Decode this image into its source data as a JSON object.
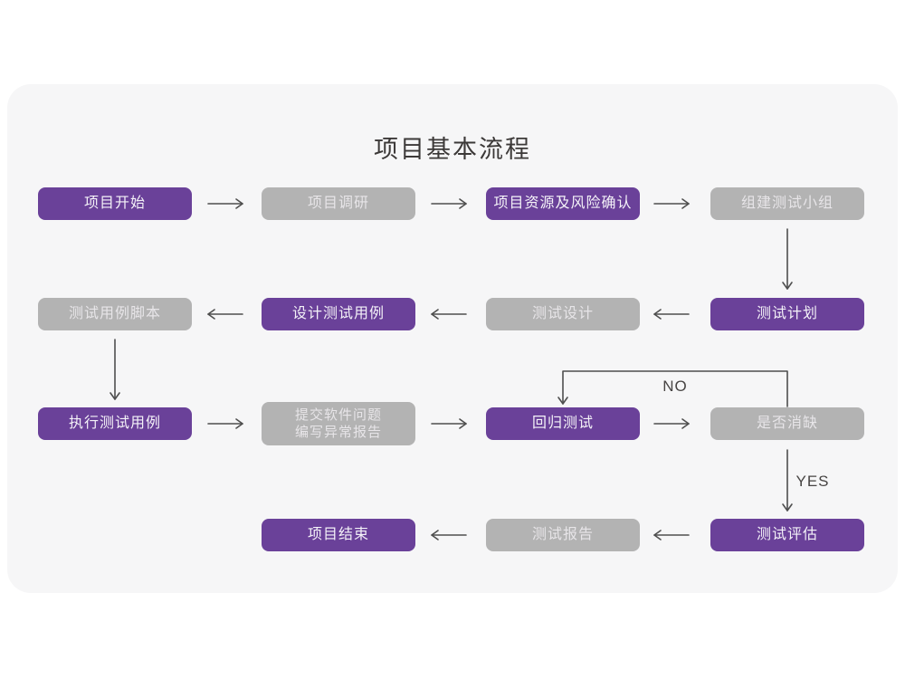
{
  "page": {
    "title": "项目基本流程"
  },
  "colors": {
    "node_primary": "#6a4199",
    "node_secondary": "#b3b3b3",
    "arrow": "#4f4f4f",
    "card_background": "#f6f6f7",
    "page_background": "#ffffff",
    "title_text": "#3c3938"
  },
  "flowchart": {
    "nodes": [
      {
        "id": "project-start",
        "label": "项目开始",
        "variant": "purple"
      },
      {
        "id": "project-research",
        "label": "项目调研",
        "variant": "gray"
      },
      {
        "id": "resources-risk-confirm",
        "label": "项目资源及风险确认",
        "variant": "purple"
      },
      {
        "id": "build-test-team",
        "label": "组建测试小组",
        "variant": "gray"
      },
      {
        "id": "test-case-script",
        "label": "测试用例脚本",
        "variant": "gray"
      },
      {
        "id": "design-test-case",
        "label": "设计测试用例",
        "variant": "purple"
      },
      {
        "id": "test-design",
        "label": "测试设计",
        "variant": "gray"
      },
      {
        "id": "test-plan",
        "label": "测试计划",
        "variant": "purple"
      },
      {
        "id": "execute-test-case",
        "label": "执行测试用例",
        "variant": "purple"
      },
      {
        "id": "submit-issue-report",
        "lines": [
          "提交软件问题",
          "编写异常报告"
        ],
        "variant": "gray"
      },
      {
        "id": "regression-test",
        "label": "回归测试",
        "variant": "purple"
      },
      {
        "id": "defect-cleared",
        "label": "是否消缺",
        "variant": "gray"
      },
      {
        "id": "project-end",
        "label": "项目结束",
        "variant": "purple"
      },
      {
        "id": "test-report",
        "label": "测试报告",
        "variant": "gray"
      },
      {
        "id": "test-evaluation",
        "label": "测试评估",
        "variant": "purple"
      }
    ],
    "branch_labels": {
      "no": "NO",
      "yes": "YES"
    },
    "edges": [
      {
        "from": "project-start",
        "to": "project-research"
      },
      {
        "from": "project-research",
        "to": "resources-risk-confirm"
      },
      {
        "from": "resources-risk-confirm",
        "to": "build-test-team"
      },
      {
        "from": "build-test-team",
        "to": "test-plan"
      },
      {
        "from": "test-plan",
        "to": "test-design"
      },
      {
        "from": "test-design",
        "to": "design-test-case"
      },
      {
        "from": "design-test-case",
        "to": "test-case-script"
      },
      {
        "from": "test-case-script",
        "to": "execute-test-case"
      },
      {
        "from": "execute-test-case",
        "to": "submit-issue-report"
      },
      {
        "from": "submit-issue-report",
        "to": "regression-test"
      },
      {
        "from": "regression-test",
        "to": "defect-cleared"
      },
      {
        "from": "defect-cleared",
        "to": "regression-test",
        "label": "NO"
      },
      {
        "from": "defect-cleared",
        "to": "test-evaluation",
        "label": "YES"
      },
      {
        "from": "test-evaluation",
        "to": "test-report"
      },
      {
        "from": "test-report",
        "to": "project-end"
      }
    ]
  }
}
